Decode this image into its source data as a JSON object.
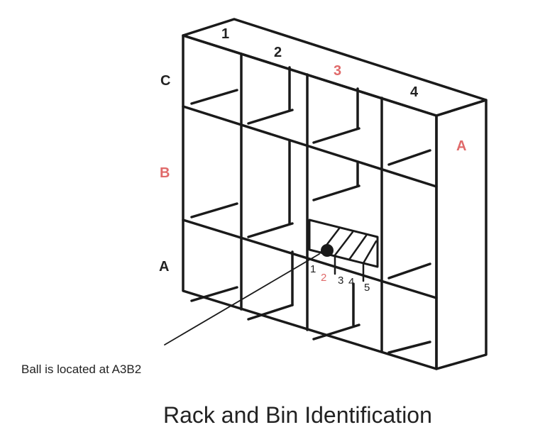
{
  "diagram": {
    "columns": [
      "1",
      "2",
      "3",
      "4"
    ],
    "rows_left": [
      "C",
      "B",
      "A"
    ],
    "side_label": "A",
    "bins": [
      "1",
      "2",
      "3",
      "4",
      "5"
    ],
    "annotation": "Ball is located at A3B2",
    "title": "Rack and Bin Identification",
    "highlight": {
      "column": "3",
      "row": "B",
      "bin": "2"
    }
  },
  "colors": {
    "line": "#1a1a1a",
    "text": "#222222",
    "highlight": "#e06a6a",
    "background": "#ffffff"
  }
}
